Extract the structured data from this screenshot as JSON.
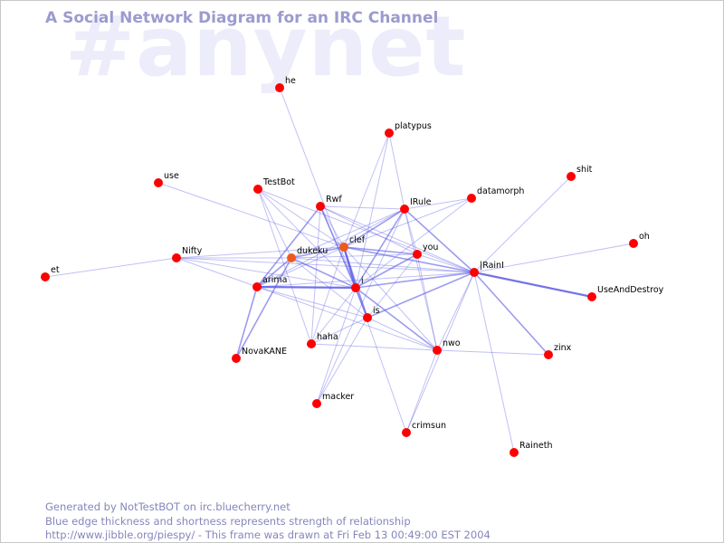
{
  "watermark": "#anynet",
  "title": "A Social Network Diagram for an IRC Channel",
  "footer": {
    "line1": "Generated by NotTestBOT on irc.bluecherry.net",
    "line2": "Blue edge thickness and shortness represents strength of relationship",
    "line3": "http://www.jibble.org/piespy/ - This frame was drawn at Fri Feb 13 00:49:00 EST 2004"
  },
  "colors": {
    "node": "#ff0000",
    "node_active": "#ee5a1c",
    "edge": "#5a5ae6",
    "title": "#9b9bcf",
    "watermark": "#ececfa"
  },
  "nodes": [
    {
      "id": "he",
      "label": "he"
    },
    {
      "id": "platypus",
      "label": "platypus"
    },
    {
      "id": "shit",
      "label": "shit"
    },
    {
      "id": "use",
      "label": "use"
    },
    {
      "id": "TestBot",
      "label": "TestBot"
    },
    {
      "id": "Rwf",
      "label": "Rwf"
    },
    {
      "id": "IRule",
      "label": "IRule"
    },
    {
      "id": "datamorph",
      "label": "datamorph"
    },
    {
      "id": "oh",
      "label": "oh"
    },
    {
      "id": "Nifty",
      "label": "Nifty"
    },
    {
      "id": "dukeku",
      "label": "dukeku"
    },
    {
      "id": "clef",
      "label": "clef"
    },
    {
      "id": "you",
      "label": "you"
    },
    {
      "id": "IRainI",
      "label": "|RainI"
    },
    {
      "id": "et",
      "label": "et"
    },
    {
      "id": "arima",
      "label": "arima"
    },
    {
      "id": "i",
      "label": "i"
    },
    {
      "id": "UseAndDestroy",
      "label": "UseAndDestroy"
    },
    {
      "id": "is",
      "label": "is"
    },
    {
      "id": "haha",
      "label": "haha"
    },
    {
      "id": "nwo",
      "label": "nwo"
    },
    {
      "id": "zinx",
      "label": "zinx"
    },
    {
      "id": "NovaKANE",
      "label": "NovaKANE"
    },
    {
      "id": "macker",
      "label": "macker"
    },
    {
      "id": "crimsun",
      "label": "crimsun"
    },
    {
      "id": "Raineth",
      "label": "Raineth"
    }
  ],
  "edges": [
    [
      "he",
      "i",
      1
    ],
    [
      "platypus",
      "i",
      1
    ],
    [
      "platypus",
      "clef",
      1
    ],
    [
      "platypus",
      "IRule",
      1
    ],
    [
      "shit",
      "IRainI",
      1
    ],
    [
      "oh",
      "IRainI",
      1
    ],
    [
      "et",
      "Nifty",
      1
    ],
    [
      "use",
      "clef",
      1
    ],
    [
      "TestBot",
      "i",
      1
    ],
    [
      "TestBot",
      "dukeku",
      1
    ],
    [
      "TestBot",
      "IRainI",
      1
    ],
    [
      "TestBot",
      "clef",
      1
    ],
    [
      "TestBot",
      "haha",
      1
    ],
    [
      "Rwf",
      "arima",
      2
    ],
    [
      "Rwf",
      "i",
      2
    ],
    [
      "Rwf",
      "clef",
      1
    ],
    [
      "Rwf",
      "IRule",
      1
    ],
    [
      "Rwf",
      "you",
      1
    ],
    [
      "Rwf",
      "is",
      1
    ],
    [
      "Rwf",
      "IRainI",
      1
    ],
    [
      "Rwf",
      "haha",
      1
    ],
    [
      "IRule",
      "clef",
      2
    ],
    [
      "IRule",
      "i",
      2
    ],
    [
      "IRule",
      "IRainI",
      2
    ],
    [
      "IRule",
      "you",
      1
    ],
    [
      "IRule",
      "nwo",
      1
    ],
    [
      "IRule",
      "arima",
      1
    ],
    [
      "IRule",
      "dukeku",
      1
    ],
    [
      "IRule",
      "macker",
      1
    ],
    [
      "datamorph",
      "clef",
      1
    ],
    [
      "datamorph",
      "i",
      1
    ],
    [
      "datamorph",
      "IRule",
      1
    ],
    [
      "Nifty",
      "dukeku",
      1
    ],
    [
      "Nifty",
      "clef",
      1
    ],
    [
      "Nifty",
      "i",
      1
    ],
    [
      "Nifty",
      "IRainI",
      1
    ],
    [
      "Nifty",
      "arima",
      1
    ],
    [
      "dukeku",
      "clef",
      2
    ],
    [
      "dukeku",
      "you",
      1
    ],
    [
      "dukeku",
      "i",
      2
    ],
    [
      "dukeku",
      "arima",
      2
    ],
    [
      "dukeku",
      "NovaKANE",
      2
    ],
    [
      "dukeku",
      "IRainI",
      1
    ],
    [
      "dukeku",
      "is",
      1
    ],
    [
      "clef",
      "you",
      2
    ],
    [
      "clef",
      "i",
      3
    ],
    [
      "clef",
      "IRainI",
      2
    ],
    [
      "clef",
      "is",
      2
    ],
    [
      "clef",
      "arima",
      1
    ],
    [
      "clef",
      "nwo",
      1
    ],
    [
      "clef",
      "haha",
      1
    ],
    [
      "you",
      "i",
      2
    ],
    [
      "you",
      "IRainI",
      1
    ],
    [
      "you",
      "is",
      1
    ],
    [
      "you",
      "nwo",
      1
    ],
    [
      "IRainI",
      "i",
      2
    ],
    [
      "IRainI",
      "UseAndDestroy",
      3
    ],
    [
      "IRainI",
      "zinx",
      2
    ],
    [
      "IRainI",
      "Raineth",
      1
    ],
    [
      "IRainI",
      "nwo",
      1
    ],
    [
      "IRainI",
      "is",
      2
    ],
    [
      "IRainI",
      "arima",
      1
    ],
    [
      "IRainI",
      "crimsun",
      1
    ],
    [
      "arima",
      "i",
      3
    ],
    [
      "arima",
      "NovaKANE",
      2
    ],
    [
      "arima",
      "is",
      1
    ],
    [
      "arima",
      "nwo",
      1
    ],
    [
      "i",
      "is",
      2
    ],
    [
      "i",
      "nwo",
      2
    ],
    [
      "i",
      "haha",
      1
    ],
    [
      "i",
      "macker",
      1
    ],
    [
      "i",
      "crimsun",
      1
    ],
    [
      "is",
      "haha",
      1
    ],
    [
      "is",
      "nwo",
      1
    ],
    [
      "haha",
      "nwo",
      1
    ],
    [
      "nwo",
      "zinx",
      1
    ],
    [
      "nwo",
      "crimsun",
      1
    ],
    [
      "macker",
      "is",
      1
    ]
  ]
}
